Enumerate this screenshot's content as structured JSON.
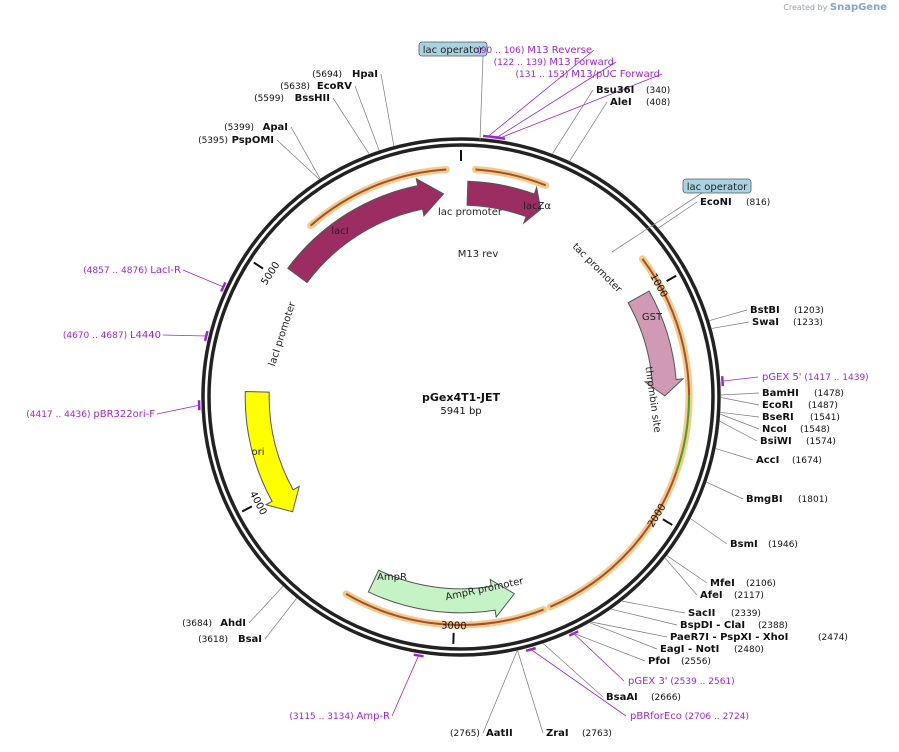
{
  "brand": {
    "prefix": "Created by",
    "name": "SnapGene"
  },
  "plasmid": {
    "name": "pGex4T1-JET",
    "size_label": "5941 bp",
    "length": 5941
  },
  "tick_marks": [
    {
      "pos": 0,
      "label": ""
    },
    {
      "pos": 1000,
      "label": "1000"
    },
    {
      "pos": 2000,
      "label": "2000"
    },
    {
      "pos": 3000,
      "label": "3000"
    },
    {
      "pos": 4000,
      "label": "4000"
    },
    {
      "pos": 5000,
      "label": "5000"
    }
  ],
  "features": [
    {
      "name": "lacZα",
      "color": "#9b2d63",
      "start": 30,
      "end": 380,
      "dir": "cw",
      "ring": 0.79
    },
    {
      "name": "lacI",
      "color": "#9b2d63",
      "start": 5060,
      "end": 5860,
      "dir": "cw",
      "ring": 0.79
    },
    {
      "name": "GST",
      "color": "#d19ab4",
      "start": 1000,
      "end": 1480,
      "dir": "cw",
      "ring": 0.79
    },
    {
      "name": "AmpR",
      "color": "#c5f3c6",
      "start": 2720,
      "end": 3390,
      "dir": "ccw",
      "ring": 0.79
    },
    {
      "name": "ori",
      "color": "#ffff00",
      "start": 3890,
      "end": 4480,
      "dir": "ccw",
      "ring": 0.79
    }
  ],
  "small_features": [
    {
      "name": "lac promoter",
      "pos": 20
    },
    {
      "name": "M13 rev",
      "pos": 95
    },
    {
      "name": "tac promoter",
      "pos": 820
    },
    {
      "name": "thrombin site",
      "pos": 1470
    },
    {
      "name": "AmpR promoter",
      "pos": 2700
    },
    {
      "name": "lacI promoter",
      "pos": 5040
    }
  ],
  "operators": [
    {
      "name": "lac operator",
      "pos": 50
    },
    {
      "name": "lac operator",
      "pos": 790
    }
  ],
  "primers": [
    {
      "name": "M13 Reverse",
      "range": "(90 .. 106)",
      "pos": 98
    },
    {
      "name": "M13 Forward",
      "range": "(122 .. 139)",
      "pos": 130
    },
    {
      "name": "M13/pUC Forward",
      "range": "(131 .. 153)",
      "pos": 142
    },
    {
      "name": "pGEX 5'",
      "range": "(1417 .. 1439)",
      "pos": 1428
    },
    {
      "name": "pGEX 3'",
      "range": "(2539 .. 2561)",
      "pos": 2550
    },
    {
      "name": "pBRforEco",
      "range": "(2706 .. 2724)",
      "pos": 2715
    },
    {
      "name": "Amp-R",
      "range": "(3115 .. 3134)",
      "pos": 3124
    },
    {
      "name": "pBR322ori-F",
      "range": "(4417 .. 4436)",
      "pos": 4426
    },
    {
      "name": "L4440",
      "range": "(4670 .. 4687)",
      "pos": 4678
    },
    {
      "name": "LacI-R",
      "range": "(4857 .. 4876)",
      "pos": 4866
    }
  ],
  "enzymes": [
    {
      "name": "Bsu36I",
      "pos_label": "(340)",
      "pos": 340
    },
    {
      "name": "AleI",
      "pos_label": "(408)",
      "pos": 408
    },
    {
      "name": "EcoNI",
      "pos_label": "(816)",
      "pos": 816
    },
    {
      "name": "BstBI",
      "pos_label": "(1203)",
      "pos": 1203
    },
    {
      "name": "SwaI",
      "pos_label": "(1233)",
      "pos": 1233
    },
    {
      "name": "BamHI",
      "pos_label": "(1478)",
      "pos": 1478
    },
    {
      "name": "EcoRI",
      "pos_label": "(1487)",
      "pos": 1487
    },
    {
      "name": "BseRI",
      "pos_label": "(1541)",
      "pos": 1541
    },
    {
      "name": "NcoI",
      "pos_label": "(1548)",
      "pos": 1548
    },
    {
      "name": "BsiWI",
      "pos_label": "(1574)",
      "pos": 1574
    },
    {
      "name": "AccI",
      "pos_label": "(1674)",
      "pos": 1674
    },
    {
      "name": "BmgBI",
      "pos_label": "(1801)",
      "pos": 1801
    },
    {
      "name": "BsmI",
      "pos_label": "(1946)",
      "pos": 1946
    },
    {
      "name": "MfeI",
      "pos_label": "(2106)",
      "pos": 2106
    },
    {
      "name": "AfeI",
      "pos_label": "(2117)",
      "pos": 2117
    },
    {
      "name": "SacII",
      "pos_label": "(2339)",
      "pos": 2339
    },
    {
      "name": "BspDI - ClaI",
      "pos_label": "(2388)",
      "pos": 2388
    },
    {
      "name": "PaeR7I - PspXI - XhoI",
      "pos_label": "(2474)",
      "pos": 2474
    },
    {
      "name": "EagI - NotI",
      "pos_label": "(2480)",
      "pos": 2480
    },
    {
      "name": "PfoI",
      "pos_label": "(2556)",
      "pos": 2556
    },
    {
      "name": "BsaAI",
      "pos_label": "(2666)",
      "pos": 2666
    },
    {
      "name": "ZraI",
      "pos_label": "(2763)",
      "pos": 2763
    },
    {
      "name": "AatII",
      "pos_label": "(2765)",
      "pos": 2765
    },
    {
      "name": "BsaI",
      "pos_label": "(3618)",
      "pos": 3618
    },
    {
      "name": "AhdI",
      "pos_label": "(3684)",
      "pos": 3684
    },
    {
      "name": "PspOMI",
      "pos_label": "(5395)",
      "pos": 5395
    },
    {
      "name": "ApaI",
      "pos_label": "(5399)",
      "pos": 5399
    },
    {
      "name": "BssHII",
      "pos_label": "(5599)",
      "pos": 5599
    },
    {
      "name": "EcoRV",
      "pos_label": "(5638)",
      "pos": 5638
    },
    {
      "name": "HpaI",
      "pos_label": "(5694)",
      "pos": 5694
    }
  ],
  "colors": {
    "primer": "#9b26d0",
    "orf_halo": "#f4c98a",
    "orf_line": "#a0522d",
    "thrombin_orf": "#4c9a2a",
    "operator_fill": "#a9d3e0"
  }
}
